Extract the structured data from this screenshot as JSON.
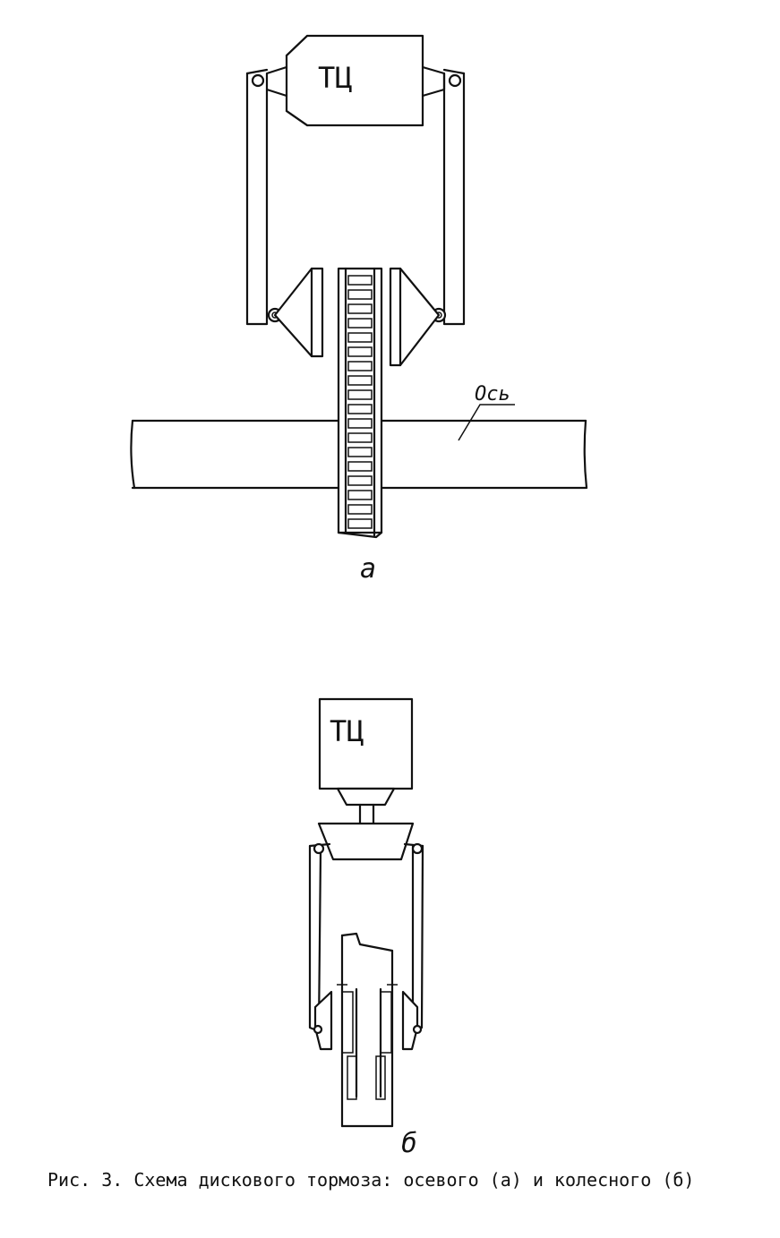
{
  "diagram_a": {
    "cylinder_label": "ТЦ",
    "axle_label": "Ось",
    "sublabel": "а"
  },
  "diagram_b": {
    "cylinder_label": "ТЦ",
    "sublabel": "б"
  },
  "caption": "Рис. 3. Схема дискового тормоза: осевого (а) и колесного (б)"
}
